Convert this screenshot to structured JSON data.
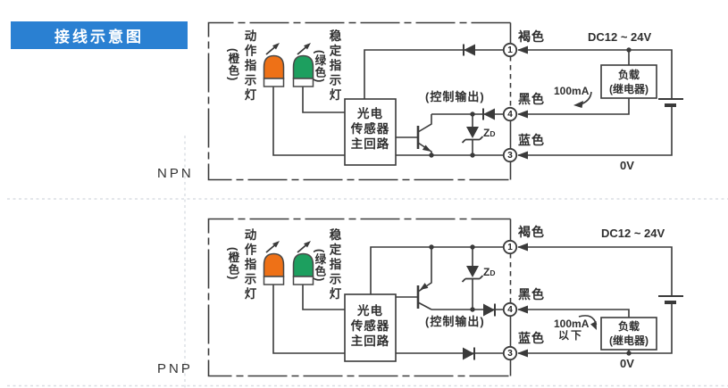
{
  "banner": {
    "title": "接线示意图"
  },
  "circuits": [
    {
      "type_label": "NPN",
      "indicators": {
        "action": {
          "label": "动作指示灯",
          "note": "(橙色)"
        },
        "stable": {
          "label": "稳定指示灯",
          "note": "(绿色)"
        }
      },
      "sensor_box": {
        "lines": [
          "光电",
          "传感器",
          "主回路"
        ]
      },
      "control_output_label": "(控制输出)",
      "zener": {
        "main": "Z",
        "sub": "D"
      },
      "terminals": [
        {
          "num": "1",
          "wire_label": "褐色"
        },
        {
          "num": "4",
          "wire_label": "黑色"
        },
        {
          "num": "3",
          "wire_label": "蓝色"
        }
      ],
      "supply_label": "DC12 ~ 24V",
      "load": {
        "lines": [
          "负载",
          "(继电器)"
        ]
      },
      "current_label": "100mA",
      "ground_label": "0V"
    },
    {
      "type_label": "PNP",
      "indicators": {
        "action": {
          "label": "动作指示灯",
          "note": "(橙色)"
        },
        "stable": {
          "label": "稳定指示灯",
          "note": "(绿色)"
        }
      },
      "sensor_box": {
        "lines": [
          "光电",
          "传感器",
          "主回路"
        ]
      },
      "control_output_label": "(控制输出)",
      "zener": {
        "main": "Z",
        "sub": "D"
      },
      "terminals": [
        {
          "num": "1",
          "wire_label": "褐色"
        },
        {
          "num": "4",
          "wire_label": "黑色"
        },
        {
          "num": "3",
          "wire_label": "蓝色"
        }
      ],
      "supply_label": "DC12 ~ 24V",
      "load": {
        "lines": [
          "负载",
          "(继电器)"
        ]
      },
      "current_label": "100mA",
      "current_label2": "以下",
      "ground_label": "0V"
    }
  ]
}
